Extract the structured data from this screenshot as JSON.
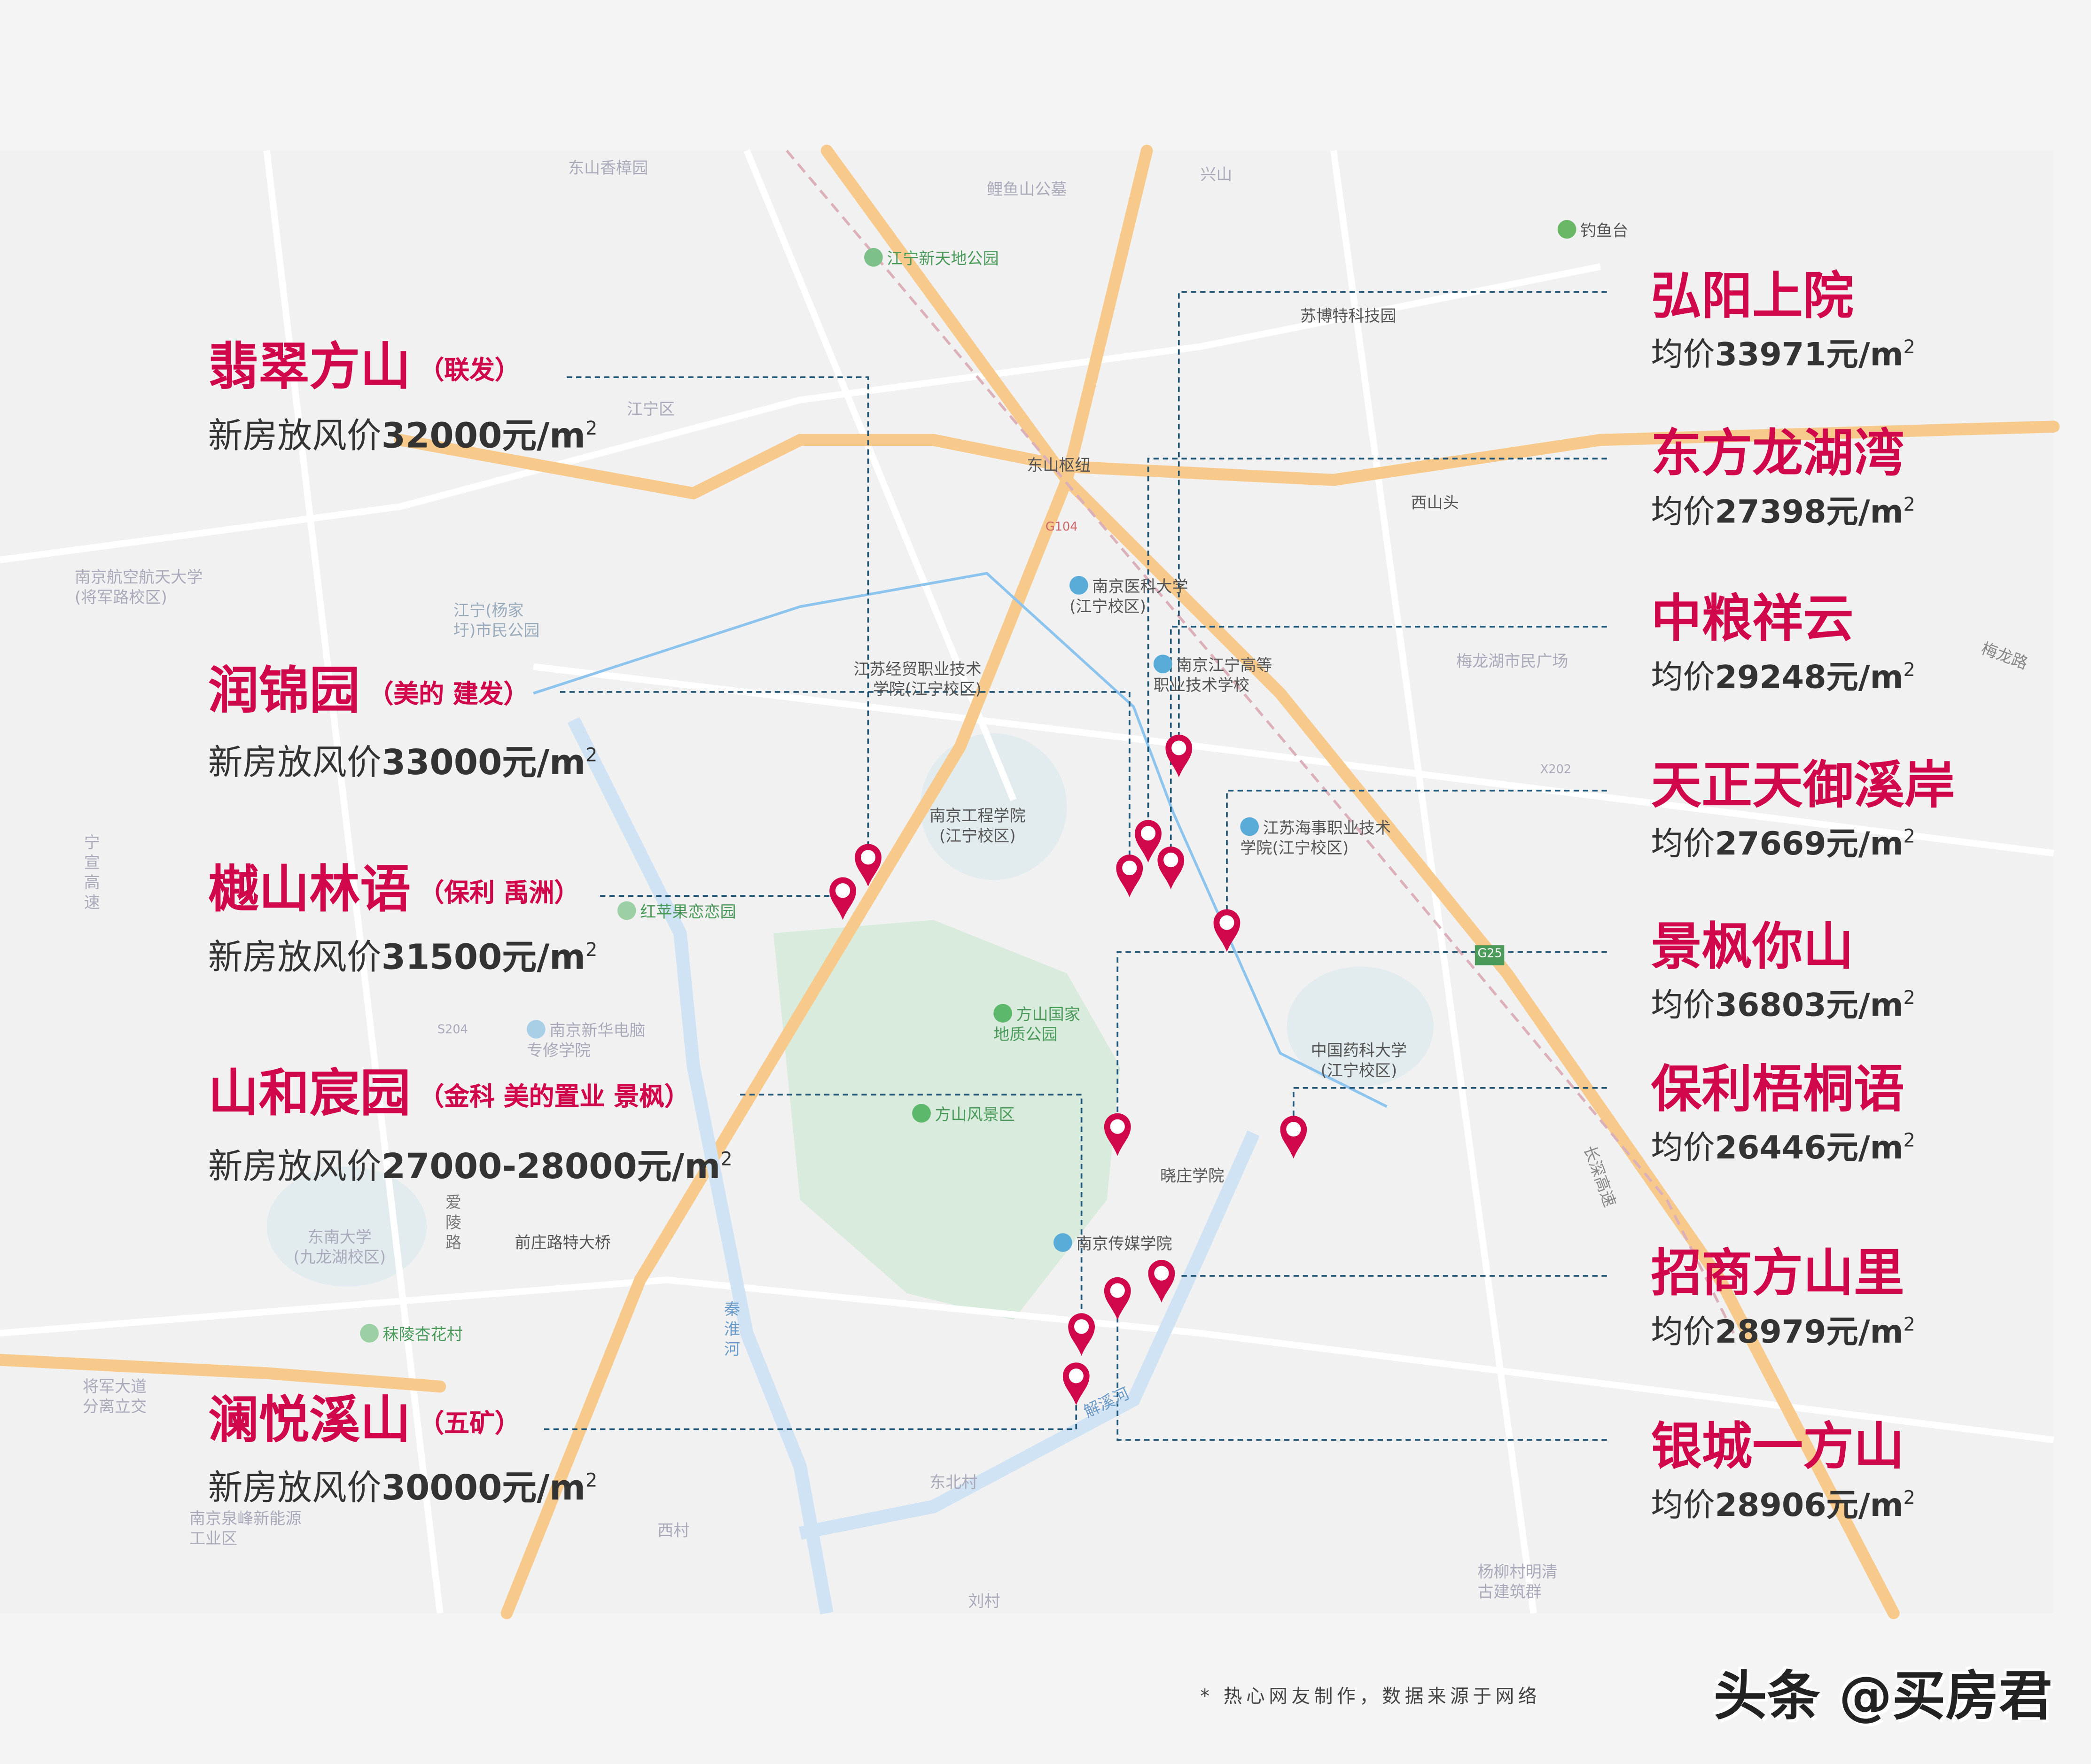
{
  "colors": {
    "accent": "#d0084b",
    "connector": "#1f5577",
    "text": "#333333",
    "road_major": "#f7c98a",
    "river": "#8cc4ee",
    "park": "#d8ebdd"
  },
  "left_projects": [
    {
      "name": "翡翠方山",
      "developer": "（联发）",
      "price_label": "新房放风价",
      "price": "32000元/m",
      "unit_sup": "2"
    },
    {
      "name": "润锦园",
      "developer": "（美的  建发）",
      "price_label": "新房放风价",
      "price": "33000元/m",
      "unit_sup": "2"
    },
    {
      "name": "樾山林语",
      "developer": "（保利  禹洲）",
      "price_label": "新房放风价",
      "price": "31500元/m",
      "unit_sup": "2"
    },
    {
      "name": "山和宸园",
      "developer": "（金科  美的置业  景枫）",
      "price_label": "新房放风价",
      "price": "27000-28000元/m",
      "unit_sup": "2"
    },
    {
      "name": "澜悦溪山",
      "developer": "（五矿）",
      "price_label": "新房放风价",
      "price": "30000元/m",
      "unit_sup": "2"
    }
  ],
  "right_projects": [
    {
      "name": "弘阳上院",
      "price_label": "均价",
      "price": "33971元/m",
      "unit_sup": "2"
    },
    {
      "name": "东方龙湖湾",
      "price_label": "均价",
      "price": "27398元/m",
      "unit_sup": "2"
    },
    {
      "name": "中粮祥云",
      "price_label": "均价",
      "price": "29248元/m",
      "unit_sup": "2"
    },
    {
      "name": "天正天御溪岸",
      "price_label": "均价",
      "price": "27669元/m",
      "unit_sup": "2"
    },
    {
      "name": "景枫你山",
      "price_label": "均价",
      "price": "36803元/m",
      "unit_sup": "2"
    },
    {
      "name": "保利梧桐语",
      "price_label": "均价",
      "price": "26446元/m",
      "unit_sup": "2"
    },
    {
      "name": "招商方山里",
      "price_label": "均价",
      "price": "28979元/m",
      "unit_sup": "2"
    },
    {
      "name": "银城一方山",
      "price_label": "均价",
      "price": "28906元/m",
      "unit_sup": "2"
    }
  ],
  "map_labels": {
    "dongshan_xiangzhang": "东山香樟园",
    "liyushan": "鲤鱼山公墓",
    "xingshan": "兴山",
    "jiangning_xintiandi": "江宁新天地公园",
    "diaoyutai": "钓鱼台",
    "subote": "苏博特科技园",
    "dongshan_shuniu": "东山枢纽",
    "xishantou": "西山头",
    "g104": "G104",
    "nanhang": "南京航空航天大学\n(将军路校区)",
    "jiangning_yangjia": "江宁(杨家\n圩)市民公园",
    "jiangning_qu": "江宁区",
    "nanyi": "南京医科大学\n(江宁校区)",
    "jiangsu_jingmao": "江苏经贸职业技术\n学院(江宁校区)",
    "jiangning_gaodeng": "南京江宁高等\n职业技术学校",
    "meilonghu": "梅龙湖市民广场",
    "meilong_road": "梅龙路",
    "x202": "X202",
    "nangong": "南京工程学院\n(江宁校区)",
    "jiangsu_haishi": "江苏海事职业技术\n学院(江宁校区)",
    "hongpingguo": "红苹果恋恋园",
    "g25": "G25",
    "fangshan_geo": "方山国家\n地质公园",
    "zhongyao": "中国药科大学\n(江宁校区)",
    "xinhua": "南京新华电脑\n专修学院",
    "fangshan_scenic": "方山风景区",
    "xiaozhuang": "晓庄学院",
    "changshen": "长深高速",
    "dongnan": "东南大学\n(九龙湖校区)",
    "ailing": "爱\n陵\n路",
    "qianzhuang": "前庄路特大桥",
    "chuanmei": "南京传媒学院",
    "qinhuai": "秦\n淮\n河",
    "molingxing": "秣陵杏花村",
    "jiangjun": "将军大道\n分离立交",
    "jiexi": "解溪河",
    "quanfeng": "南京泉峰新能源\n工业区",
    "dongbei": "东北村",
    "xicun": "西村",
    "liucun": "刘村",
    "yangliu": "杨柳村明清\n古建筑群",
    "ningxuan": "宁\n宣\n高\n速",
    "s204": "S204"
  },
  "footer": {
    "note": "* 热心网友制作，数据来源于网络",
    "watermark": "头条 @买房君"
  }
}
